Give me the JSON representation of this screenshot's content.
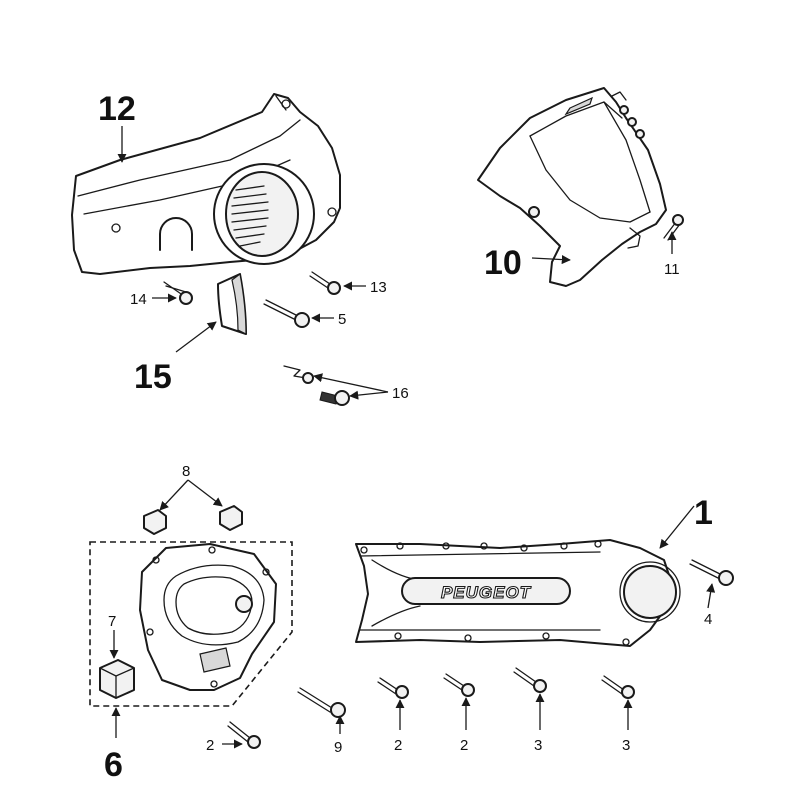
{
  "callouts": {
    "c1": "1",
    "c2a": "2",
    "c2b": "2",
    "c2c": "2",
    "c3a": "3",
    "c3b": "3",
    "c4": "4",
    "c5": "5",
    "c6": "6",
    "c7": "7",
    "c8": "8",
    "c9": "9",
    "c10": "10",
    "c11": "11",
    "c12": "12",
    "c13": "13",
    "c14": "14",
    "c15": "15",
    "c16": "16"
  },
  "crankcase_cover": {
    "logo": "PEUGEOT"
  }
}
